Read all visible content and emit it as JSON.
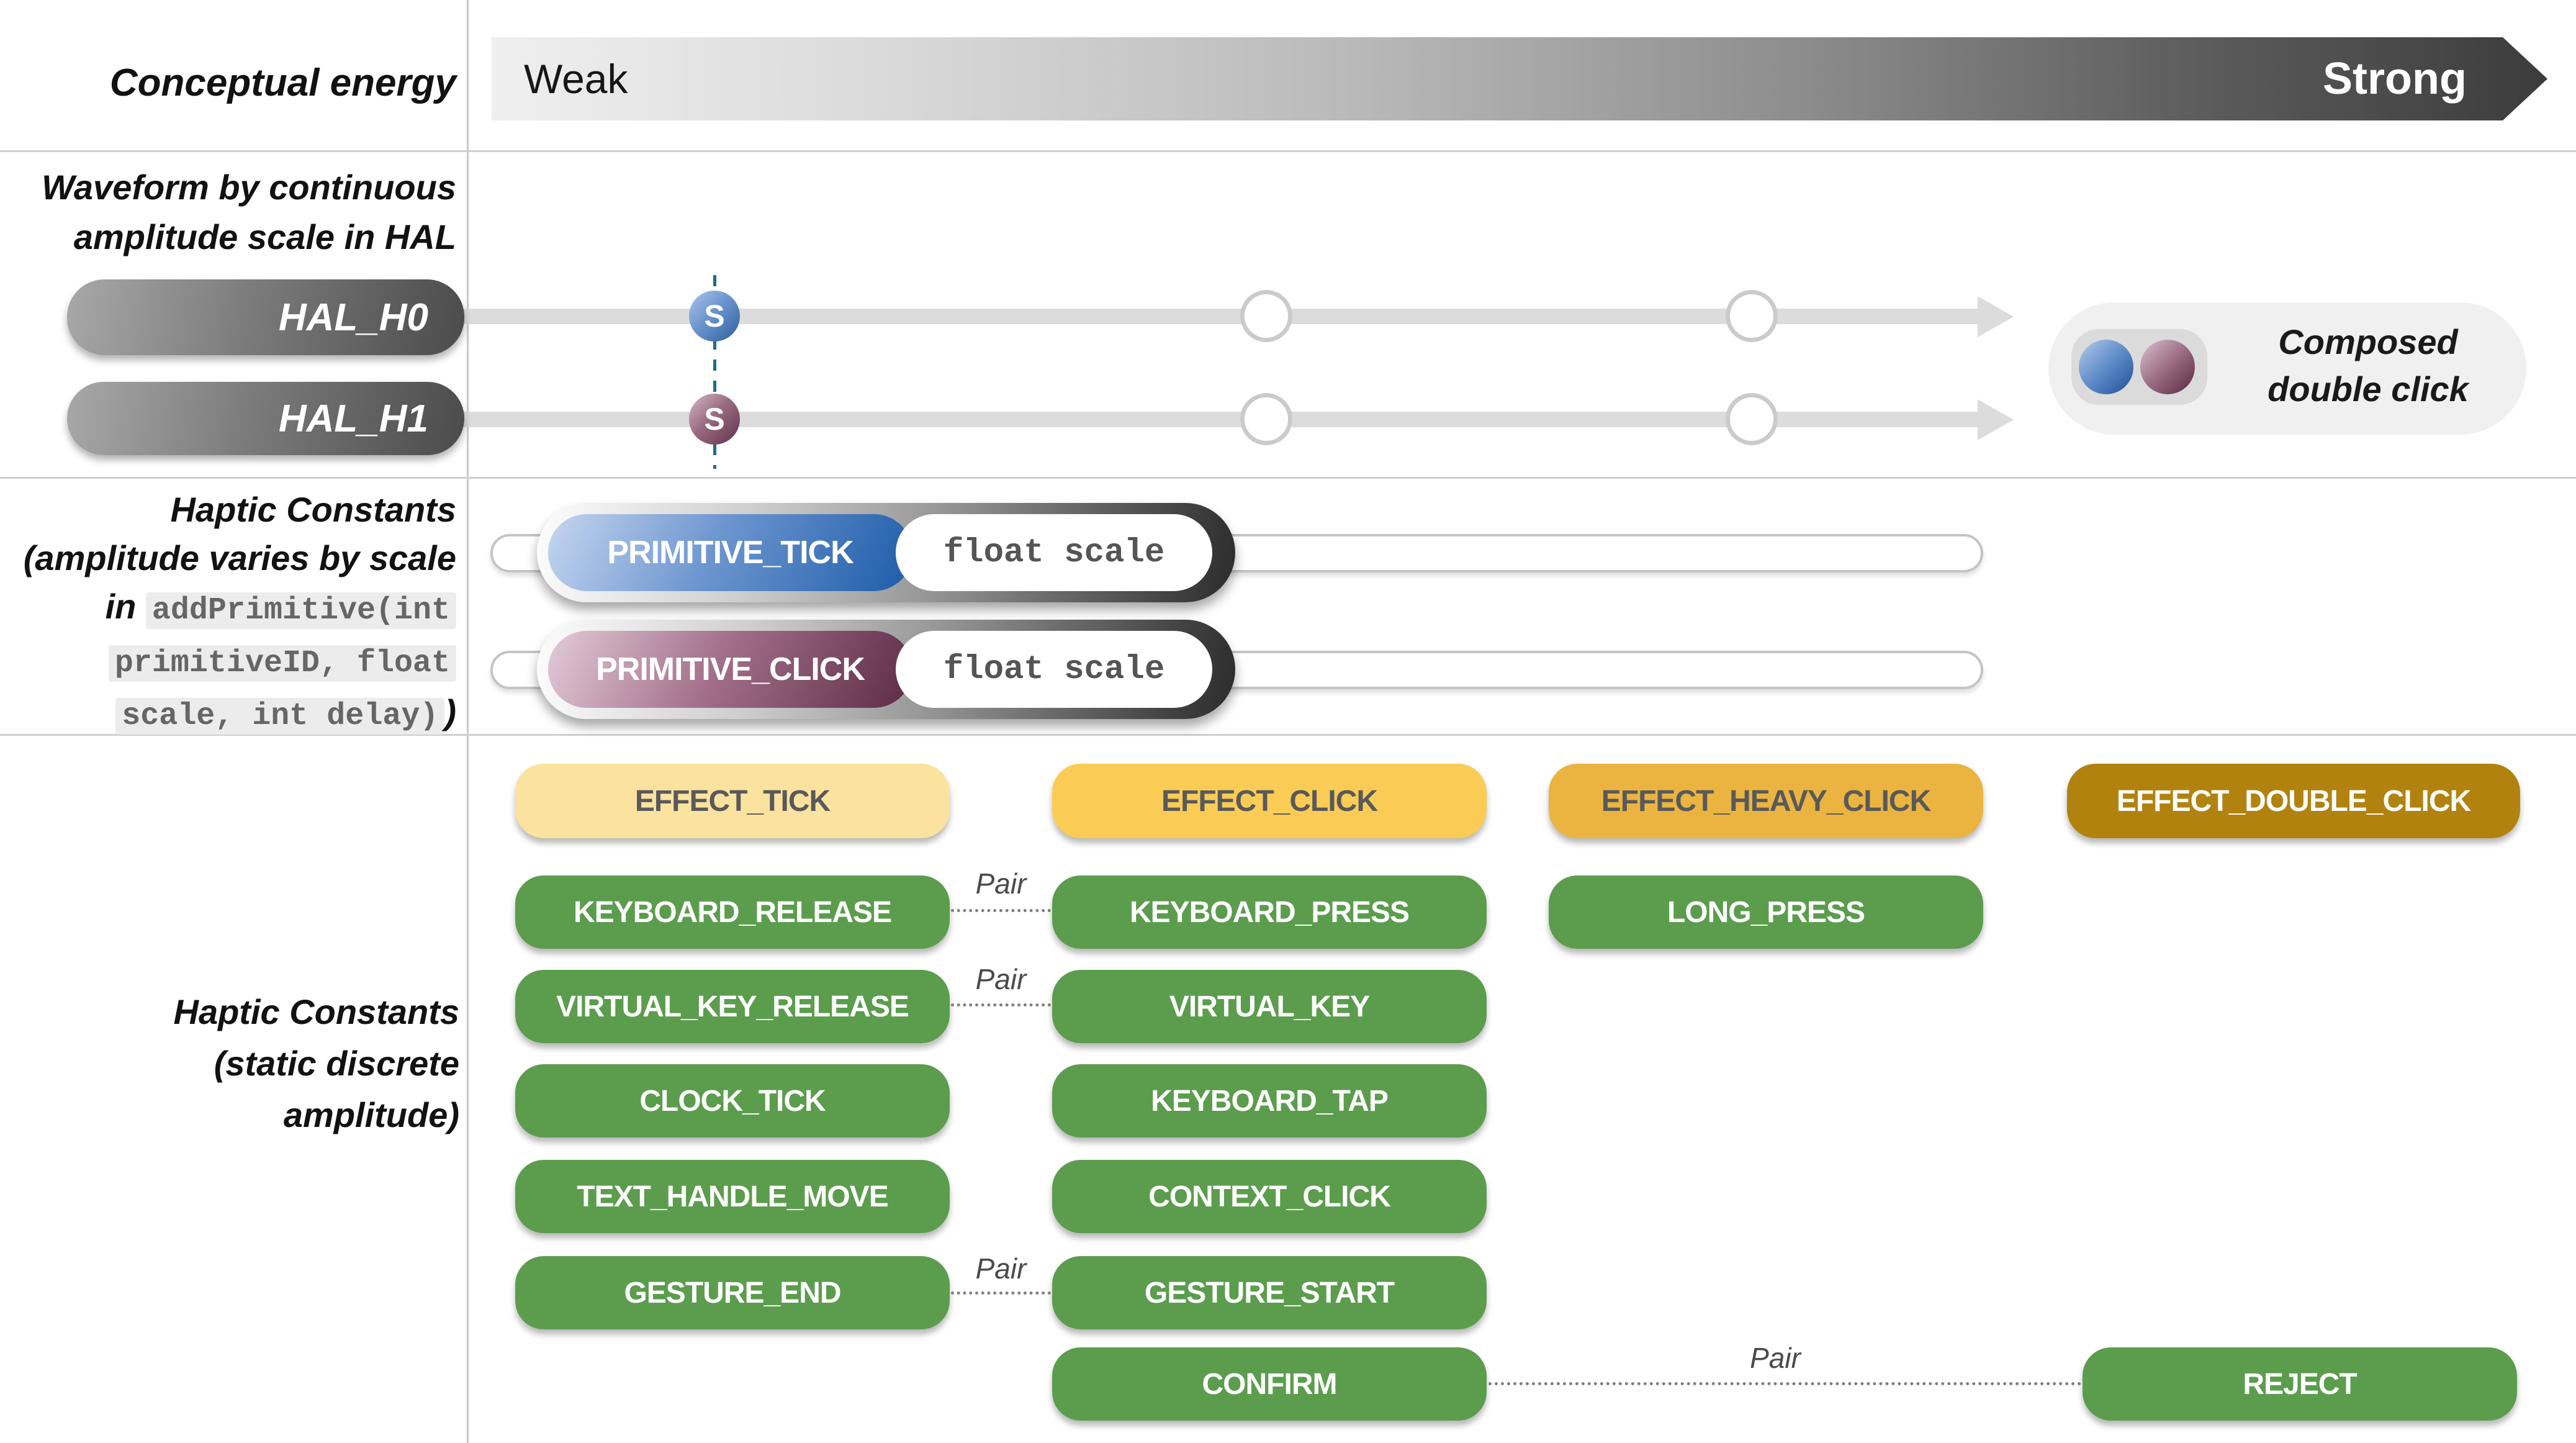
{
  "colors": {
    "green": "#5B9D4D",
    "yellow_light": "#FBE29E",
    "yellow": "#FACC55",
    "amber": "#EBB440",
    "bronze": "#B1830E",
    "blue_dark": "#1D5CA9",
    "plum_dark": "#5D2B45",
    "teal_dash": "#1C6E84"
  },
  "conceptual": {
    "label": "Conceptual energy",
    "weak": "Weak",
    "strong": "Strong"
  },
  "hal": {
    "label_line1": "Waveform by continuous",
    "label_line2": "amplitude scale in HAL",
    "rows": [
      {
        "label": "HAL_H0",
        "marker": "S"
      },
      {
        "label": "HAL_H1",
        "marker": "S"
      }
    ],
    "composed_line1": "Composed",
    "composed_line2": "double click"
  },
  "primitive": {
    "label_line1": "Haptic Constants",
    "label_line2": "(amplitude varies by scale",
    "label_line3_prefix": "in ",
    "label_line3_code": "addPrimitive(int",
    "label_line4_code": "primitiveID, float",
    "label_line5_code": "scale, int delay)",
    "label_line5_suffix": ")",
    "sliders": [
      {
        "label": "PRIMITIVE_TICK",
        "param": "float scale"
      },
      {
        "label": "PRIMITIVE_CLICK",
        "param": "float scale"
      }
    ]
  },
  "static": {
    "label_line1": "Haptic Constants",
    "label_line2": "(static discrete",
    "label_line3": "amplitude)",
    "pair": "Pair",
    "pills": [
      {
        "label": "EFFECT_TICK"
      },
      {
        "label": "EFFECT_CLICK"
      },
      {
        "label": "EFFECT_HEAVY_CLICK"
      },
      {
        "label": "EFFECT_DOUBLE_CLICK"
      },
      {
        "label": "KEYBOARD_RELEASE"
      },
      {
        "label": "KEYBOARD_PRESS"
      },
      {
        "label": "LONG_PRESS"
      },
      {
        "label": "VIRTUAL_KEY_RELEASE"
      },
      {
        "label": "VIRTUAL_KEY"
      },
      {
        "label": "CLOCK_TICK"
      },
      {
        "label": "KEYBOARD_TAP"
      },
      {
        "label": "TEXT_HANDLE_MOVE"
      },
      {
        "label": "CONTEXT_CLICK"
      },
      {
        "label": "GESTURE_END"
      },
      {
        "label": "GESTURE_START"
      },
      {
        "label": "CONFIRM"
      },
      {
        "label": "REJECT"
      }
    ]
  }
}
